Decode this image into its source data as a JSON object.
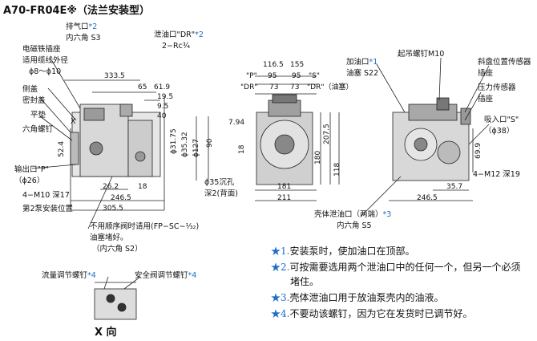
{
  "title": "A70-FR04E※（法兰安装型）",
  "left_view": {
    "labels": {
      "drain_port": "排气口",
      "drain_hex": "内六角 S3",
      "connector": "电磁铁插座",
      "cable": "适用缆线外径",
      "cable_dia": "ϕ8～ϕ10",
      "seal_side": "侧盖",
      "seal": "密封盖",
      "washer": "平垫",
      "hex_bolt": "六角螺钉",
      "x_mark": "X",
      "outlet": "输出口\"P\"",
      "outlet_dia": "（ϕ26）",
      "tap": "4−M10 深17",
      "second_pump": "第2泵安装位置",
      "drain_dr": "泄油口\"DR\"",
      "drain_rc": "2−Rc¾",
      "unused": "不用顺序阀时请用(FP−SC−¹⁄₃₂)",
      "plug": "油塞堵好。",
      "plug_hex": "（内六角 S2）"
    },
    "dims": {
      "d333": "333.5",
      "d65": "65",
      "d61": "61.9",
      "d19": "19.5",
      "d95": "9.5",
      "d40": "40",
      "d3175": "ϕ31.75",
      "d3532": "ϕ35.32",
      "d127": "ϕ127",
      "d90": "90",
      "d524": "52.4",
      "d262": "26.2",
      "d18": "18",
      "d2465": "246.5",
      "d3055": "305.5"
    }
  },
  "middle_view": {
    "dims": {
      "d1165": "116.5",
      "d155": "155",
      "p95": "95",
      "p95b": "95",
      "dr73": "73",
      "dr73b": "73",
      "P": "\"P\"",
      "S": "\"S\"",
      "DR": "\"DR\"",
      "DRplug": "\"DR\"（油塞）",
      "d794": "7.94",
      "d2075": "207.5",
      "d118": "118",
      "d180": "180",
      "d18": "18",
      "d181": "181",
      "d211": "211",
      "d35": "ϕ35沉孔",
      "d35b": "深2(背面)"
    }
  },
  "right_view": {
    "labels": {
      "fill": "加油口",
      "fill_plug": "油塞 S22",
      "lift": "起吊螺钉M10",
      "swash": "斜盘位置传感器",
      "swash_sock": "插座",
      "pressure": "压力传感器",
      "pressure_sock": "插座",
      "suction": "吸入口\"S\"",
      "suction_dia": "（ϕ38）",
      "tap": "4−M12 深19",
      "case_drain": "壳体泄油口（两端）",
      "case_hex": "内六角 S5"
    },
    "dims": {
      "d699": "69.9",
      "d357": "35.7",
      "d2465": "246.5"
    }
  },
  "x_view": {
    "flow": "流量调节螺钉",
    "safety": "安全阀调节螺钉",
    "caption": "X 向"
  },
  "notes": [
    {
      "num": "★1.",
      "text": "安装泵时，使加油口在顶部。"
    },
    {
      "num": "★2.",
      "text": "可按需要选用两个泄油口中的任何一个，但另一个必须"
    },
    {
      "num": "",
      "text": "堵住。"
    },
    {
      "num": "★3.",
      "text": "壳体泄油口用于放油泵壳内的油液。"
    },
    {
      "num": "★4.",
      "text": "不要动该螺钉，因为它在发货时已调节好。"
    }
  ],
  "colors": {
    "star": "#1f6fc4",
    "ink": "#111111"
  }
}
